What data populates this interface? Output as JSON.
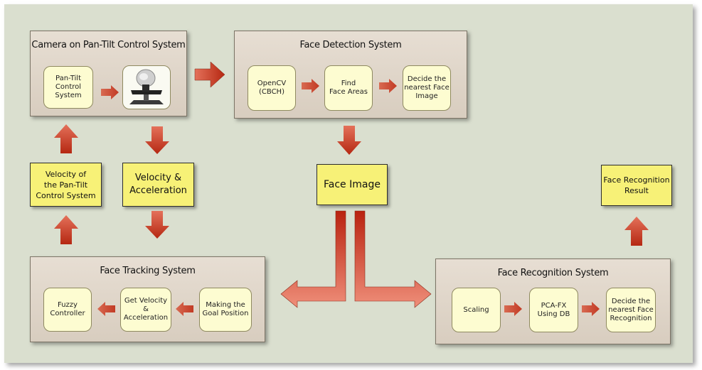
{
  "camera_system": {
    "title": "Camera on Pan-Tilt Control System",
    "pantilt_label": "Pan-Tilt\nControl\nSystem",
    "camera_image": "camera-device"
  },
  "detection_system": {
    "title": "Face Detection System",
    "opencv_label": "OpenCV\n(CBCH)",
    "find_label": "Find\nFace Areas",
    "decide_label": "Decide the\nnearest Face\nImage"
  },
  "velocity_ptc": "Velocity of\nthe Pan-Tilt\nControl System",
  "velocity_acc": "Velocity &\nAcceleration",
  "face_image": "Face Image",
  "recognition_result": "Face Recognition\nResult",
  "tracking_system": {
    "title": "Face Tracking System",
    "fuzzy_label": "Fuzzy\nController",
    "getvel_label": "Get Velocity &\nAcceleration",
    "goal_label": "Making the\nGoal Position"
  },
  "recognition_system": {
    "title": "Face Recognition System",
    "scaling_label": "Scaling",
    "pcafx_label": "PCA-FX\nUsing DB",
    "decide_label": "Decide the\nnearest Face\nRecognition"
  },
  "colors": {
    "panel_bg": "#dadfcf",
    "group_bg": "#e0d7cb",
    "node_fill": "#fdfcd1",
    "highlight_box": "#f7f177",
    "arrow_red": "#c93a25"
  }
}
